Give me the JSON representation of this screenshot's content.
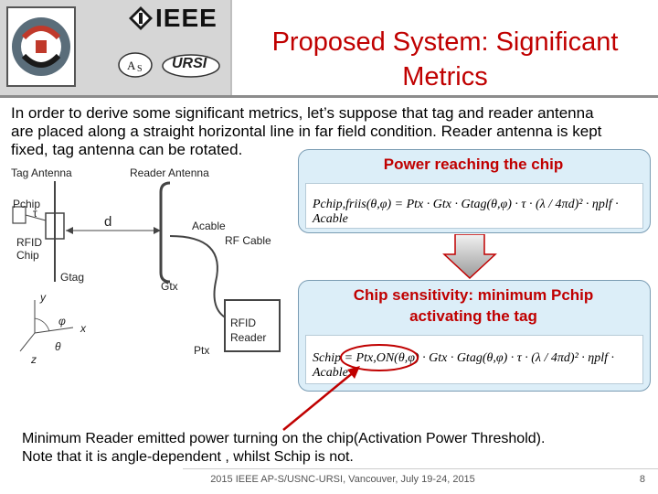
{
  "header": {
    "logo_text": "IEEE",
    "society_logo_text": "URSI",
    "title_line1": "Proposed System: Significant",
    "title_line2": "Metrics"
  },
  "body": {
    "intro_line1": "In order to derive some significant metrics, let’s suppose that tag and reader antenna",
    "intro_line2": "are placed along a straight horizontal line in far field condition. Reader antenna is kept",
    "intro_line3": "fixed, tag antenna can be rotated."
  },
  "diagram": {
    "tag_antenna": "Tag Antenna",
    "reader_antenna": "Reader Antenna",
    "p_chip": "Pchip",
    "tau": "τ",
    "d": "d",
    "a_cable": "Acable",
    "rf_cable": "RF Cable",
    "rfid_chip_line1": "RFID",
    "rfid_chip_line2": "Chip",
    "g_tag": "Gtag",
    "g_tx": "Gtx",
    "axis_y": "y",
    "axis_x": "x",
    "axis_z": "z",
    "phi": "φ",
    "theta": "θ",
    "rfid_reader_line1": "RFID",
    "rfid_reader_line2": "Reader",
    "p_tx": "Ptx"
  },
  "boxes": {
    "power_title": "Power reaching the chip",
    "power_formula": "Pchip,friis(θ,φ) = Ptx · Gtx · Gtag(θ,φ) · τ · (λ / 4πd)² · ηplf · Acable",
    "sensitivity_title_line1": "Chip sensitivity: minimum Pchip",
    "sensitivity_title_line2": "activating the tag",
    "sensitivity_formula": "Schip = Ptx,ON(θ,φ) · Gtx · Gtag(θ,φ) · τ · (λ / 4πd)² · ηplf · Acable"
  },
  "bottom": {
    "line1": "Minimum Reader emitted power turning on the chip(Activation Power Threshold).",
    "line2": "Note that it is angle-dependent , whilst Schip is not."
  },
  "footer": {
    "citation": "2015 IEEE AP-S/USNC-URSI, Vancouver, July 19-24, 2015",
    "slide_number": "8"
  },
  "colors": {
    "title": "#c00000",
    "box_fill": "#dceef8",
    "arrow": "#c00000"
  }
}
